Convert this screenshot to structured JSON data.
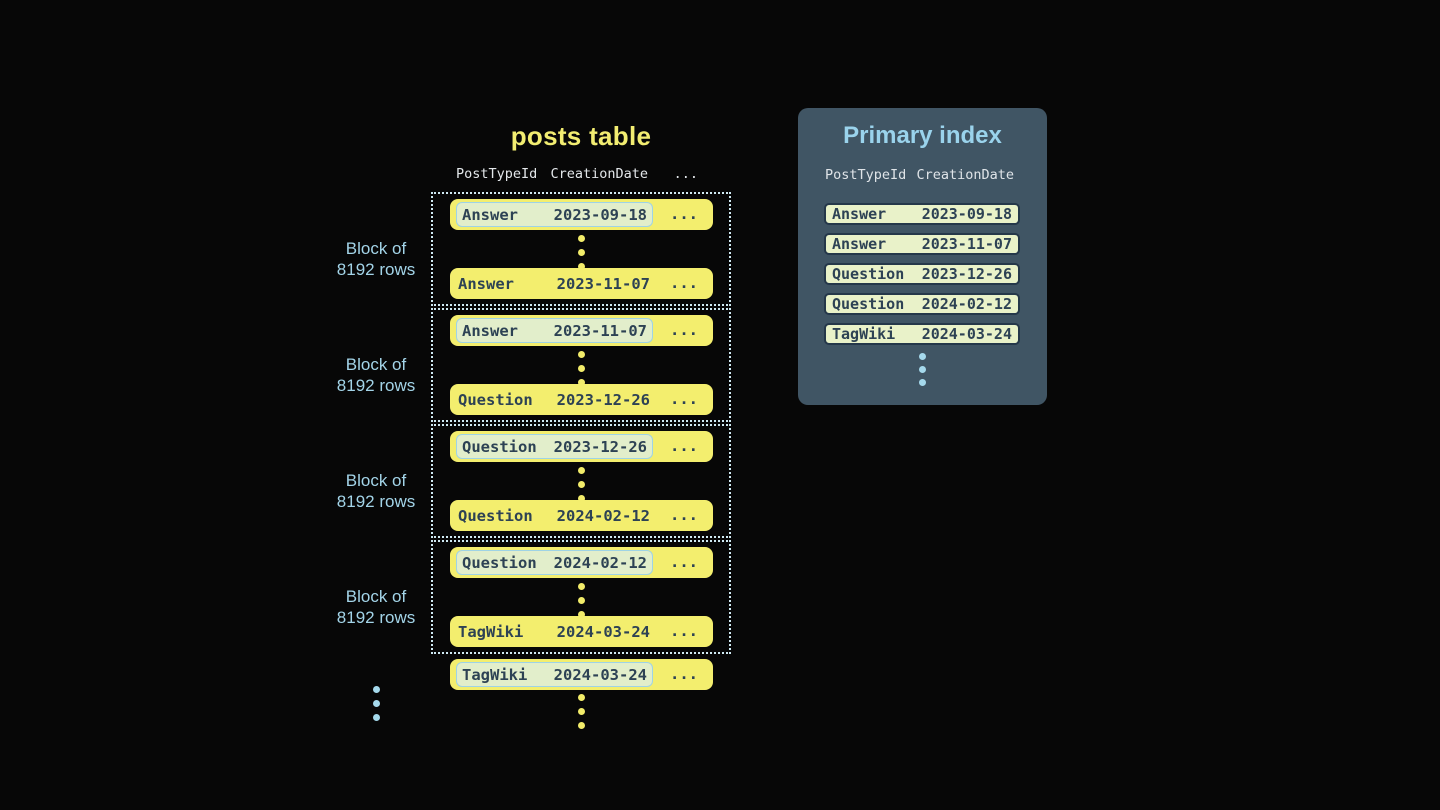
{
  "posts_table": {
    "title": "posts table",
    "columns": [
      "PostTypeId",
      "CreationDate"
    ],
    "columns_ellipsis": "...",
    "row_ellipsis": "...",
    "block_label_line1": "Block of",
    "block_label_line2": "8192 rows",
    "blocks": [
      {
        "first": {
          "type": "Answer",
          "date": "2023-09-18"
        },
        "last": {
          "type": "Answer",
          "date": "2023-11-07"
        }
      },
      {
        "first": {
          "type": "Answer",
          "date": "2023-11-07"
        },
        "last": {
          "type": "Question",
          "date": "2023-12-26"
        }
      },
      {
        "first": {
          "type": "Question",
          "date": "2023-12-26"
        },
        "last": {
          "type": "Question",
          "date": "2024-02-12"
        }
      },
      {
        "first": {
          "type": "Question",
          "date": "2024-02-12"
        },
        "last": {
          "type": "TagWiki",
          "date": "2024-03-24"
        }
      }
    ],
    "overflow_row": {
      "type": "TagWiki",
      "date": "2024-03-24"
    }
  },
  "primary_index": {
    "title": "Primary index",
    "columns": [
      "PostTypeId",
      "CreationDate"
    ],
    "rows": [
      {
        "type": "Answer",
        "date": "2023-09-18"
      },
      {
        "type": "Answer",
        "date": "2023-11-07"
      },
      {
        "type": "Question",
        "date": "2023-12-26"
      },
      {
        "type": "Question",
        "date": "2024-02-12"
      },
      {
        "type": "TagWiki",
        "date": "2024-03-24"
      }
    ]
  },
  "colors": {
    "background": "#070707",
    "row_yellow": "#f3ee6e",
    "title_yellow": "#f2ed71",
    "highlight_box_bg": "#e2eecb",
    "highlight_box_border": "#9ed3e6",
    "dark_text": "#2d4254",
    "dotted_border": "#cfe9f2",
    "block_label_blue": "#a3d4e8",
    "panel_bg": "#405564",
    "panel_title_blue": "#9ad3ec",
    "pill_bg": "#e9f2c9",
    "pill_border": "#25384a",
    "dot_yellow": "#f2ec6a",
    "dot_blue": "#a5d9ec"
  }
}
